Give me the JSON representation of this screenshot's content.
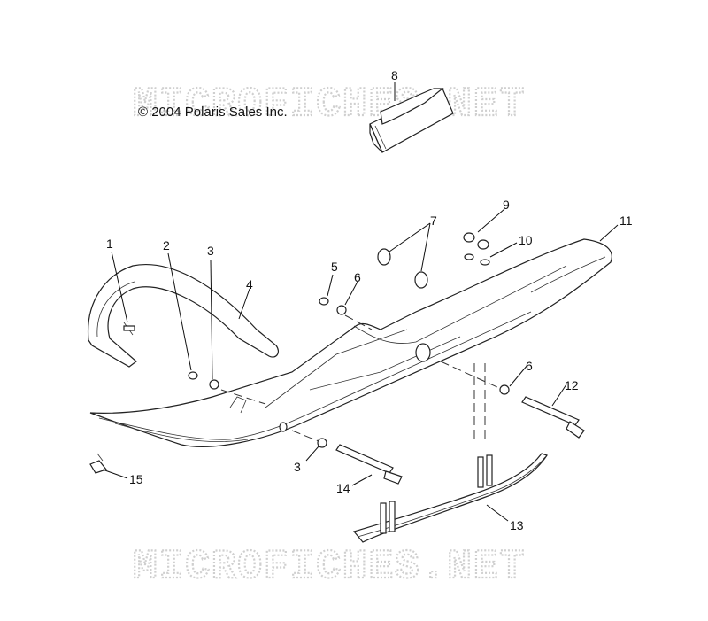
{
  "copyright": "© 2004 Polaris Sales Inc.",
  "watermark": "MICROFICHES.NET",
  "callouts": [
    "1",
    "2",
    "3",
    "4",
    "5",
    "6",
    "7",
    "8",
    "9",
    "10",
    "11",
    "12",
    "3",
    "14",
    "6",
    "15",
    "13"
  ]
}
